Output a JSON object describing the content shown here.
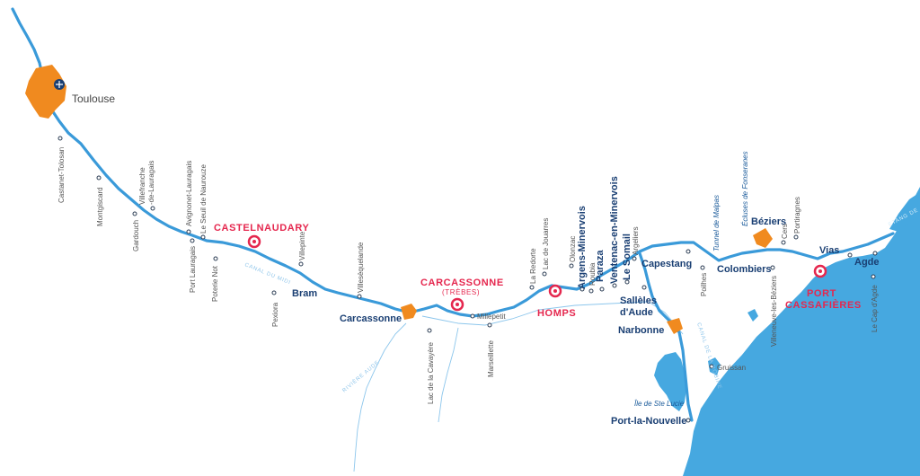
{
  "map": {
    "colors": {
      "canal": "#3a9ad9",
      "sea": "#46a8e0",
      "town": "#f08a1f",
      "port": "#e5274e",
      "label_primary": "#1a3f73",
      "label_secondary": "#555555"
    },
    "water_labels": {
      "canal_du_midi": "CANAL DU MIDI",
      "riviere_aude": "RIVIÈRE AUDE",
      "etang": "ETANG DE",
      "canal_robine": "CANAL DE LA ROBINE"
    },
    "cities": {
      "toulouse": "Toulouse",
      "carcassonne": "Carcassonne",
      "narbonne": "Narbonne",
      "beziers": "Béziers",
      "port_la_nouvelle": "Port-la-Nouvelle",
      "agde": "Agde"
    },
    "ports": {
      "castelnaudary": "CASTELNAUDARY",
      "carcassonne": "CARCASSONNE",
      "carcassonne_sub": "(TRÈBES)",
      "homps": "HOMPS",
      "port_cassafieres_1": "PORT",
      "port_cassafieres_2": "CASSAFIÈRES"
    },
    "major_places": {
      "bram": "Bram",
      "argens": "Argens-Minervois",
      "paraza": "Paraza",
      "ventenac": "Ventenac-en-Minervois",
      "le_somail": "Le Somail",
      "sallesles_1": "Sallèles",
      "sallesles_2": "d'Aude",
      "capestang": "Capestang",
      "colombiers": "Colombiers",
      "vias": "Vias"
    },
    "minor_places": {
      "castanet": "Castanet-Tolosan",
      "montgiscard": "Montgiscard",
      "gardouch": "Gardouch",
      "villefranche": "Villefranche",
      "villefranche2": "-de-Lauragais",
      "avignonet": "Avignonet-Lauragais",
      "port_lauragais": "Port Lauragais",
      "seuil": "Le Seuil de Naurouze",
      "poterie": "Poterie Not",
      "pexiora": "Pexiora",
      "villepinte": "Villepinte",
      "villesequelande": "Villesèquelande",
      "lac_cavayere": "Lac de la Cavayère",
      "marseillette": "Marseillette",
      "millepetit": "Millepetit",
      "la_redorte": "La Redorte",
      "lac_jouarres": "Lac de Jouarres",
      "olonzac": "Olonzac",
      "roubia": "Roubia",
      "argeliers": "Argeliers",
      "poilhes": "Poilhes",
      "gruissan": "Gruissan",
      "villeneuve": "Villeneuve-les-Béziers",
      "cers": "Cers",
      "portiragnes": "Portiragnes",
      "le_cap": "Le Cap d'Agde"
    },
    "italic_labels": {
      "tunnel": "Tunnel de Malpas",
      "ecluses": "Écluses de Fonseranes",
      "ile_ste_lucie": "Île de Ste Lucie"
    }
  }
}
